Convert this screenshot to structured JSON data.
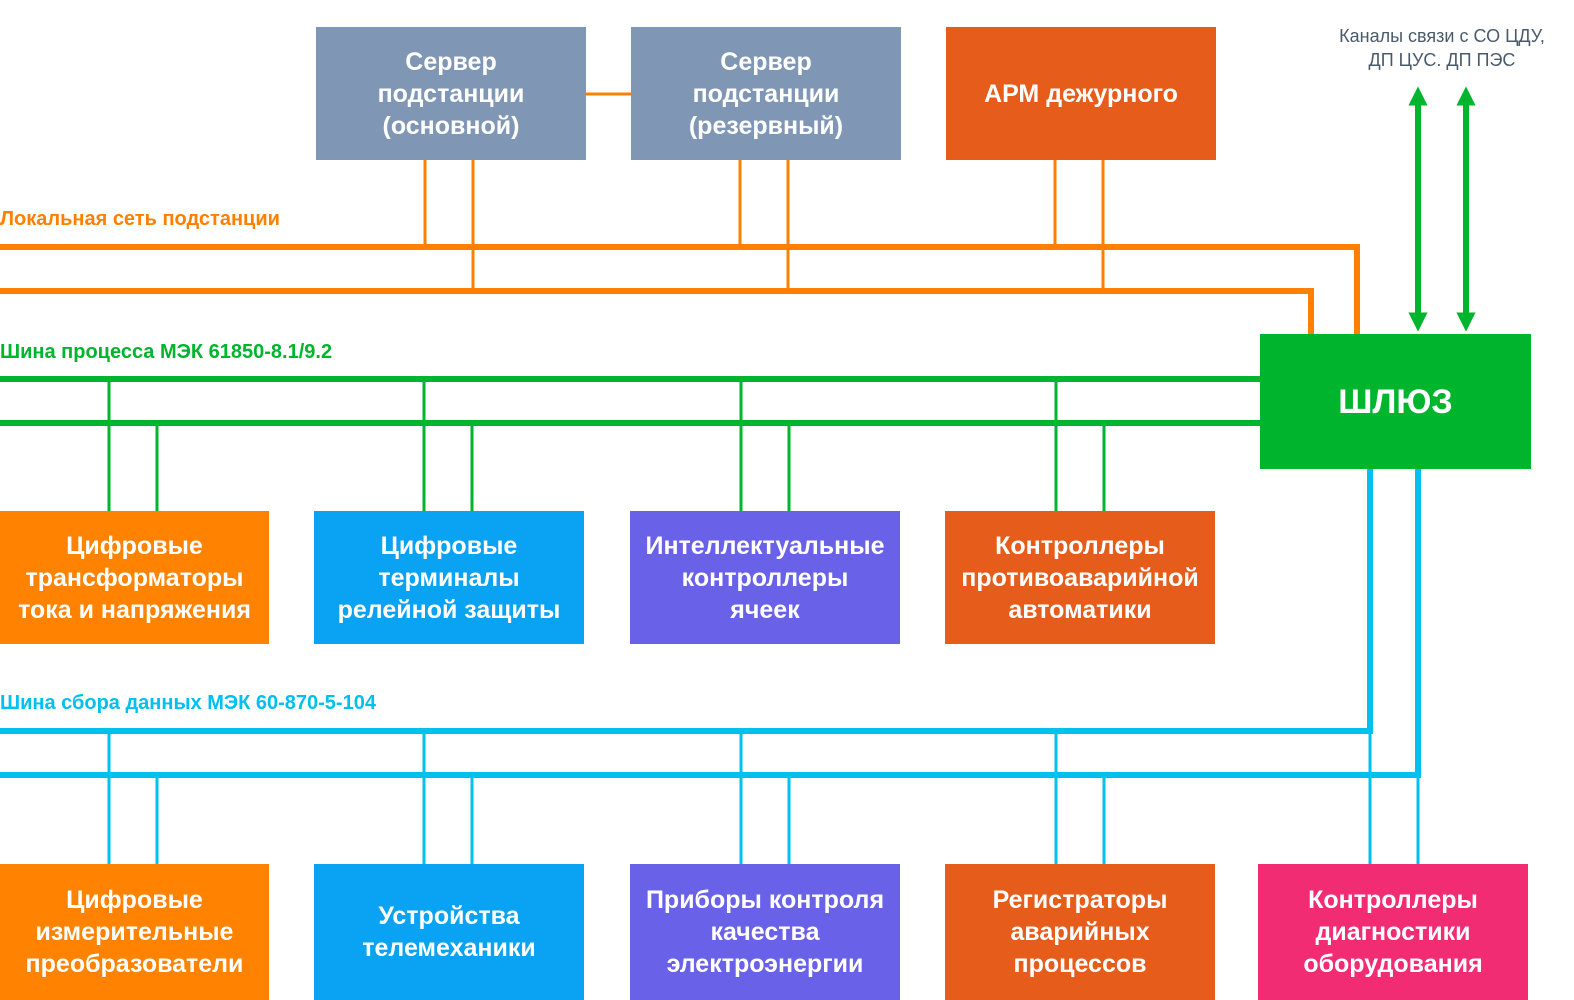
{
  "colors": {
    "lan": "#ff8000",
    "process_bus": "#00b52e",
    "data_bus": "#00c0f0",
    "server": "#7f97b5",
    "arm": "#e65c1a",
    "gateway": "#00b52e",
    "orange_box": "#ff8200",
    "blue_box": "#0aa2f2",
    "purple_box": "#6962e8",
    "red_orange_box": "#e65c1a",
    "pink_box": "#f22c72"
  },
  "external": {
    "label": "Каналы связи с СО ЦДУ,\nДП ЦУС. ДП ПЭС",
    "arrows": [
      "bidirectional",
      "bidirectional"
    ]
  },
  "buses": {
    "lan": "Локальная сеть подстанции",
    "process": "Шина процесса МЭК 61850-8.1/9.2",
    "data": "Шина сбора данных МЭК 60-870-5-104"
  },
  "top_boxes": [
    {
      "id": "server-main",
      "label": "Сервер\nподстанции\n(основной)"
    },
    {
      "id": "server-reserve",
      "label": "Сервер\nподстанции\n(резервный)"
    },
    {
      "id": "arm",
      "label": "АРМ дежурного"
    }
  ],
  "gateway": {
    "label": "ШЛЮЗ"
  },
  "process_boxes": [
    {
      "id": "digital-transformers",
      "label": "Цифровые\nтрансформаторы\nтока и напряжения"
    },
    {
      "id": "relay-terminals",
      "label": "Цифровые\nтерминалы\nрелейной защиты"
    },
    {
      "id": "cell-controllers",
      "label": "Интеллектуальные\nконтроллеры\nячеек"
    },
    {
      "id": "emergency-controllers",
      "label": "Контроллеры\nпротивоаварийной\nавтоматики"
    }
  ],
  "data_boxes": [
    {
      "id": "measuring-converters",
      "label": "Цифровые\nизмерительные\nпреобразователи"
    },
    {
      "id": "telemechanics",
      "label": "Устройства\nтелемеханики"
    },
    {
      "id": "power-quality",
      "label": "Приборы контроля\nкачества\nэлектроэнергии"
    },
    {
      "id": "fault-recorders",
      "label": "Регистраторы\nаварийных\nпроцессов"
    },
    {
      "id": "diagnostics-controllers",
      "label": "Контроллеры\nдиагностики\nоборудования"
    }
  ]
}
